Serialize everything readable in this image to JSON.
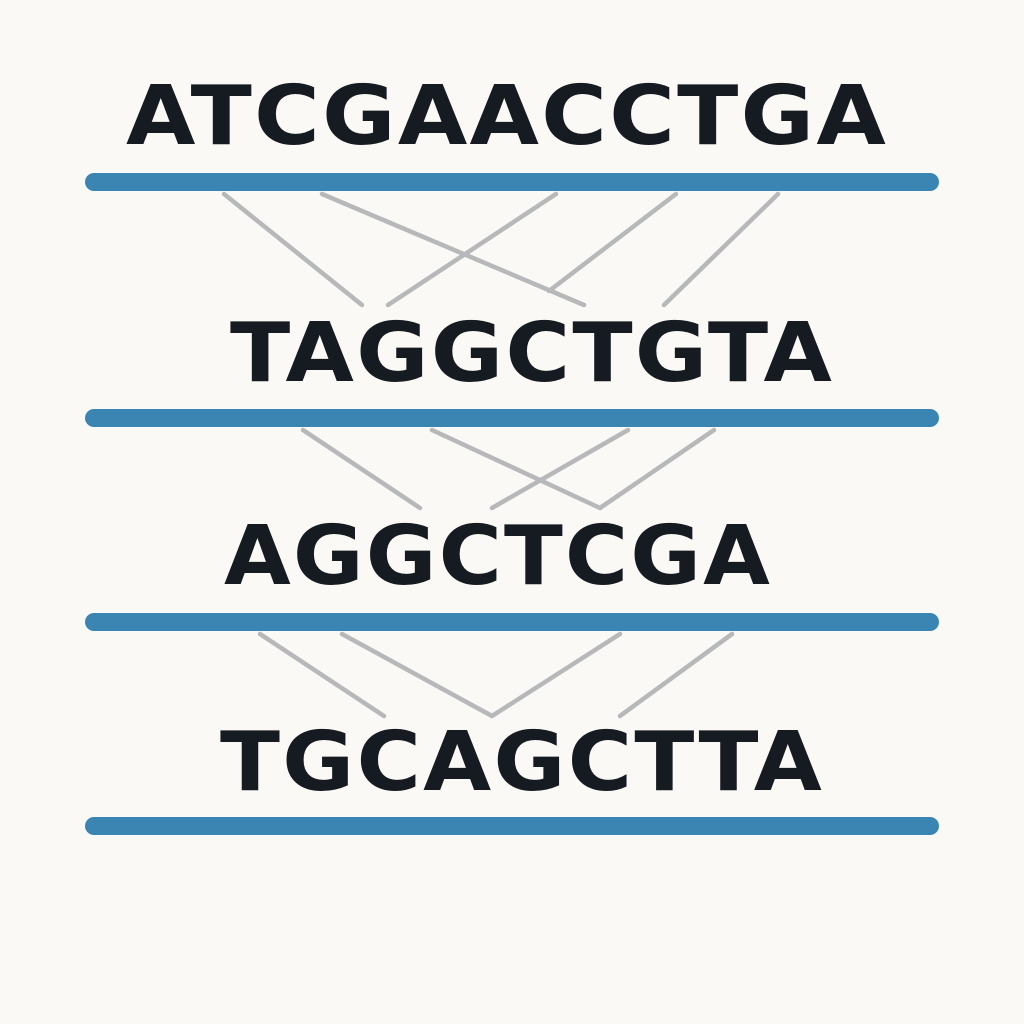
{
  "colors": {
    "background": "#faf9f6",
    "sequence_text": "#161b22",
    "strand_bar": "#3a85b2",
    "connector_line": "#b7b8b9"
  },
  "sequences": [
    {
      "text": "ATCGAACCTGA"
    },
    {
      "text": "TAGGCTGTA"
    },
    {
      "text": "AGGCTCGA"
    },
    {
      "text": "TGCAGCTTA"
    }
  ]
}
